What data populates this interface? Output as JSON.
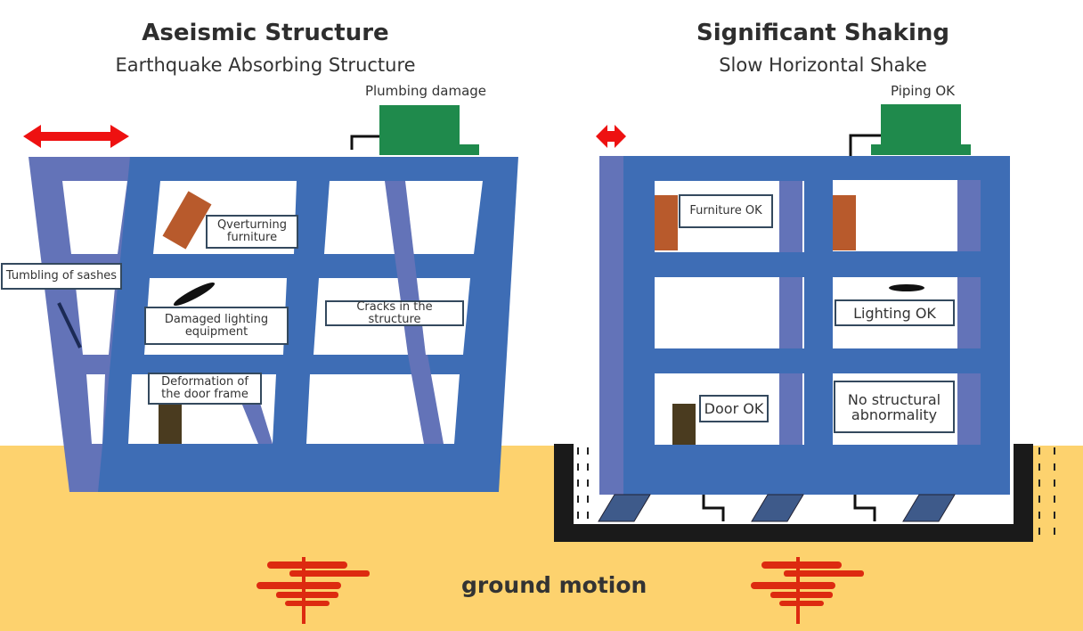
{
  "left_panel": {
    "title": "Aseismic Structure",
    "subtitle": "Earthquake Absorbing Structure",
    "top_note": "Plumbing damage",
    "labels": {
      "furniture": "Qverturning furniture",
      "sashes": "Tumbling of sashes",
      "lighting": "Damaged lighting equipment",
      "cracks": "Cracks in the structure",
      "door": "Deformation of the door frame"
    }
  },
  "right_panel": {
    "title": "Significant Shaking",
    "subtitle": "Slow Horizontal Shake",
    "top_note": "Piping OK",
    "labels": {
      "furniture": "Furniture OK",
      "lighting": "Lighting OK",
      "door": "Door OK",
      "structure": "No structural abnormality"
    }
  },
  "ground_label": "ground motion",
  "colors": {
    "building": "#3e6db5",
    "building_shadow": "#6373b8",
    "ground": "#fdd26e",
    "arrow": "#ee1111",
    "tank": "#1f8a4c",
    "furniture": "#b85a2c",
    "door": "#4a3b1f",
    "quake": "#dd2a10"
  }
}
